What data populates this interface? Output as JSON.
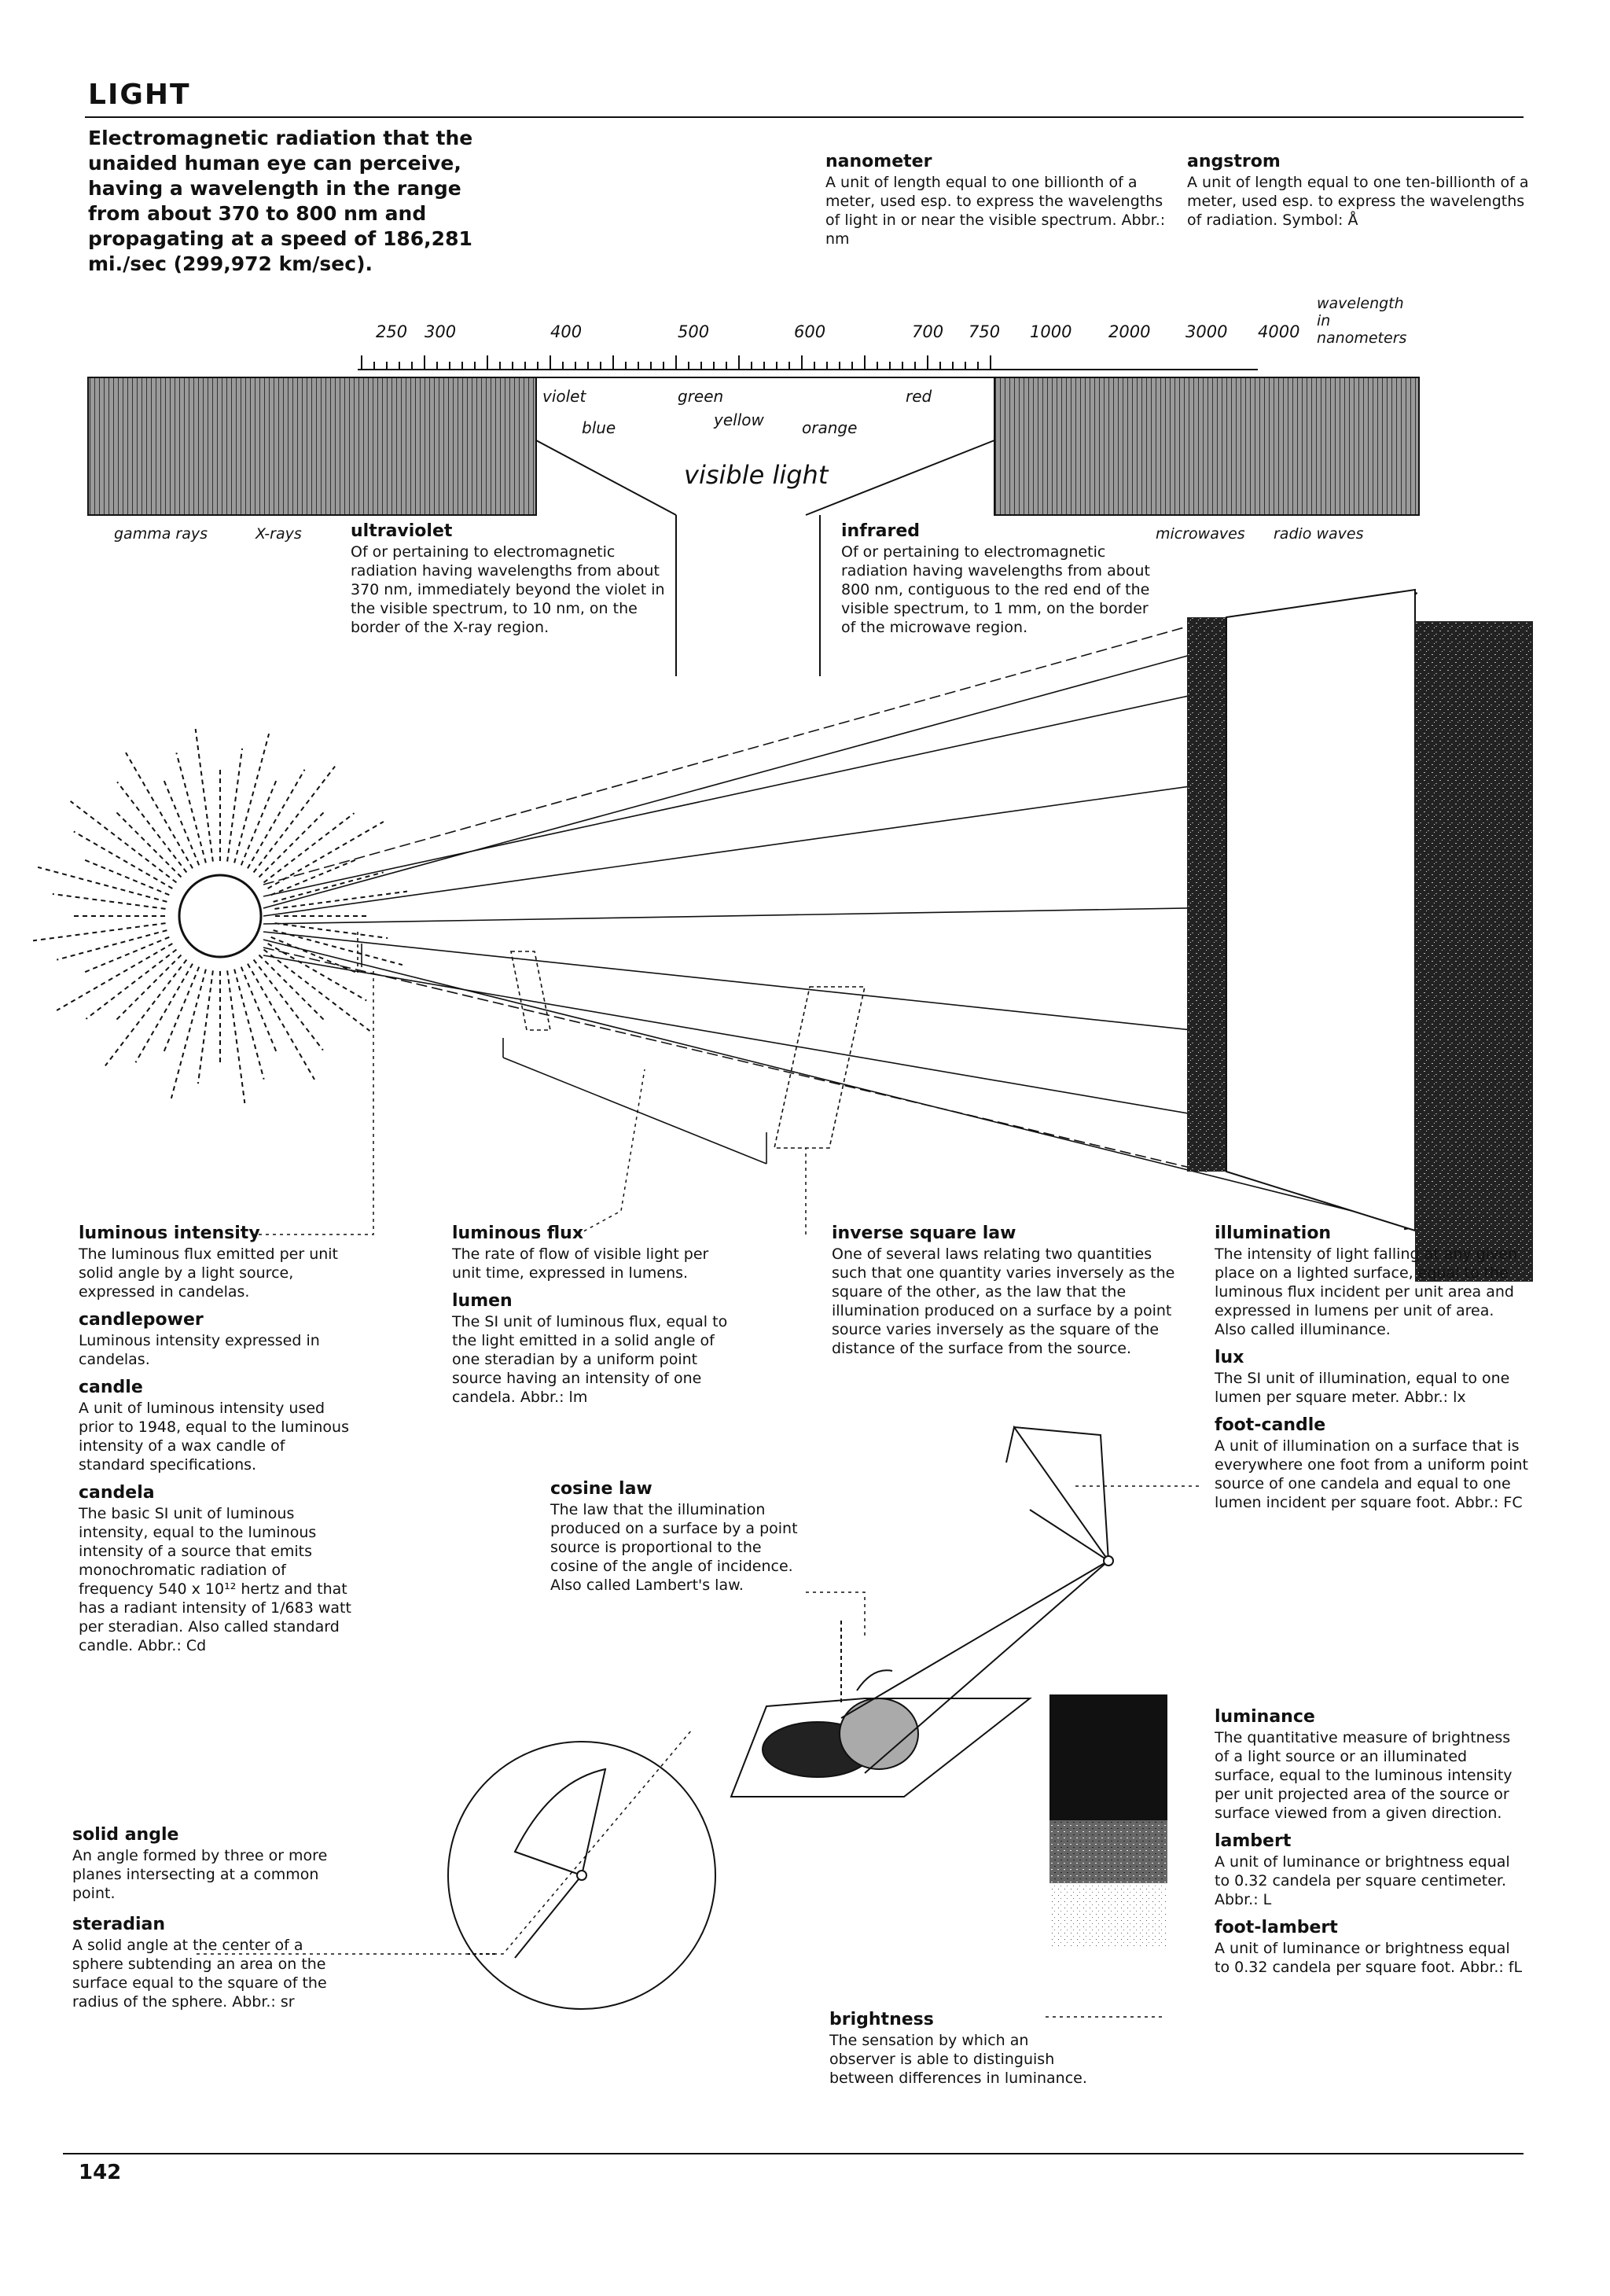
{
  "title": "LIGHT",
  "intro": "Electromagnetic radiation that the unaided human eye can perceive, having a wavelength in the range from about 370 to 800 nm and propagating at a speed of 186,281 mi./sec (299,972 km/sec).",
  "nanometer": {
    "term": "nanometer",
    "def": "A unit of length equal to one billionth of a meter, used esp. to express the wavelengths of light in or near the visible spectrum. Abbr.: nm"
  },
  "angstrom": {
    "term": "angstrom",
    "def": "A unit of length equal to one ten-billionth of a meter, used esp. to express the wavelengths of radiation. Symbol: Å"
  },
  "spectrum": {
    "axis_label": "wavelength in nanometers",
    "ticks": [
      "250",
      "300",
      "400",
      "500",
      "600",
      "700",
      "750",
      "1000",
      "2000",
      "3000",
      "4000"
    ],
    "colors": {
      "violet": "violet",
      "blue": "blue",
      "green": "green",
      "yellow": "yellow",
      "orange": "orange",
      "red": "red"
    },
    "visible": "visible light",
    "gamma": "gamma rays",
    "xrays": "X-rays",
    "microwaves": "microwaves",
    "radio": "radio waves"
  },
  "ultraviolet": {
    "term": "ultraviolet",
    "def": "Of or pertaining to electromagnetic radiation having wavelengths from about 370 nm, immediately beyond the violet in the visible spectrum, to 10 nm, on the border of the X-ray region."
  },
  "infrared": {
    "term": "infrared",
    "def": "Of or pertaining to electromagnetic radiation having wavelengths from about 800 nm, contiguous to the red end of the visible spectrum, to 1 mm, on the border of the microwave region."
  },
  "luminous_intensity": {
    "term": "luminous intensity",
    "def": "The luminous flux emitted per unit solid angle by a light source, expressed in candelas."
  },
  "candlepower": {
    "term": "candlepower",
    "def": "Luminous intensity expressed in candelas."
  },
  "candle": {
    "term": "candle",
    "def": "A unit of luminous intensity used prior to 1948, equal to the luminous intensity of a wax candle of standard specifications."
  },
  "candela": {
    "term": "candela",
    "def": "The basic SI unit of luminous intensity, equal to the luminous intensity of a source that emits monochromatic radiation of frequency 540 x 10¹² hertz and that has a radiant intensity of 1/683 watt per steradian. Also called standard candle. Abbr.: Cd"
  },
  "solid_angle": {
    "term": "solid angle",
    "def": "An angle formed by three or more planes intersecting at a common point."
  },
  "steradian": {
    "term": "steradian",
    "def": "A solid angle at the center of a sphere subtending an area on the surface equal to the square of the radius of the sphere. Abbr.: sr"
  },
  "luminous_flux": {
    "term": "luminous flux",
    "def": "The rate of flow of visible light per unit time, expressed in lumens."
  },
  "lumen": {
    "term": "lumen",
    "def": "The SI unit of luminous flux, equal to the light emitted in a solid angle of one steradian by a uniform point source having an intensity of one candela. Abbr.: lm"
  },
  "cosine_law": {
    "term": "cosine law",
    "def": "The law that the illumination produced on a surface by a point source is proportional to the cosine of the angle of incidence. Also called Lambert's law."
  },
  "inverse_square": {
    "term": "inverse square law",
    "def": "One of several laws relating two quantities such that one quantity varies inversely as the square of the other, as the law that the illumination produced on a surface by a point source varies inversely as the square of the distance of the surface from the source."
  },
  "illumination": {
    "term": "illumination",
    "def": "The intensity of light falling at any given place on a lighted surface, equal to the luminous flux incident per unit area and expressed in lumens per unit of area. Also called illuminance."
  },
  "lux": {
    "term": "lux",
    "def": "The SI unit of illumination, equal to one lumen per square meter. Abbr.: lx"
  },
  "foot_candle": {
    "term": "foot-candle",
    "def": "A unit of illumination on a surface that is everywhere one foot from a uniform point source of one candela and equal to one lumen incident per square foot. Abbr.: FC"
  },
  "luminance": {
    "term": "luminance",
    "def": "The quantitative measure of brightness of a light source or an illuminated surface, equal to the luminous intensity per unit projected area of the source or surface viewed from a given direction."
  },
  "lambert": {
    "term": "lambert",
    "def": "A unit of luminance or brightness equal to 0.32 candela per square centimeter. Abbr.: L"
  },
  "foot_lambert": {
    "term": "foot-lambert",
    "def": "A unit of luminance or brightness equal to 0.32 candela per square foot. Abbr.: fL"
  },
  "brightness": {
    "term": "brightness",
    "def": "The sensation by which an observer is able to distinguish between differences in luminance."
  },
  "page_number": "142"
}
